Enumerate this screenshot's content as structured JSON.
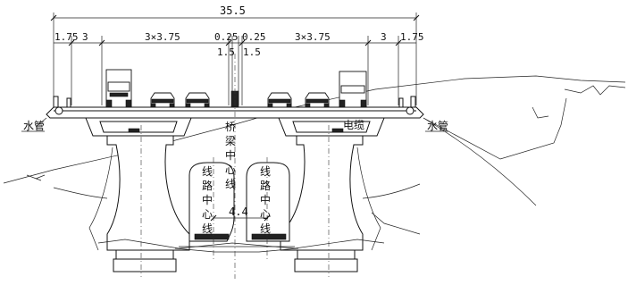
{
  "dimensions": {
    "total": "35.5",
    "sidewalk_left": "1.75",
    "shoulder_left": "3",
    "lanes_left": "3×3.75",
    "median_left": "0.25",
    "median_right": "0.25",
    "barrier_left": "1.5",
    "barrier_right": "1.5",
    "lanes_right": "3×3.75",
    "shoulder_right": "3",
    "sidewalk_right": "1.75",
    "tunnel_spacing": "4.4"
  },
  "labels": {
    "water_pipe_left": "水管",
    "water_pipe_right": "水管",
    "power_cable": "电缆",
    "bridge_centerline": [
      "桥",
      "梁",
      "中",
      "心",
      "线"
    ],
    "route_centerline_left": [
      "线",
      "路",
      "中",
      "心",
      "线"
    ],
    "route_centerline_right": [
      "线",
      "路",
      "中",
      "心",
      "线"
    ]
  }
}
